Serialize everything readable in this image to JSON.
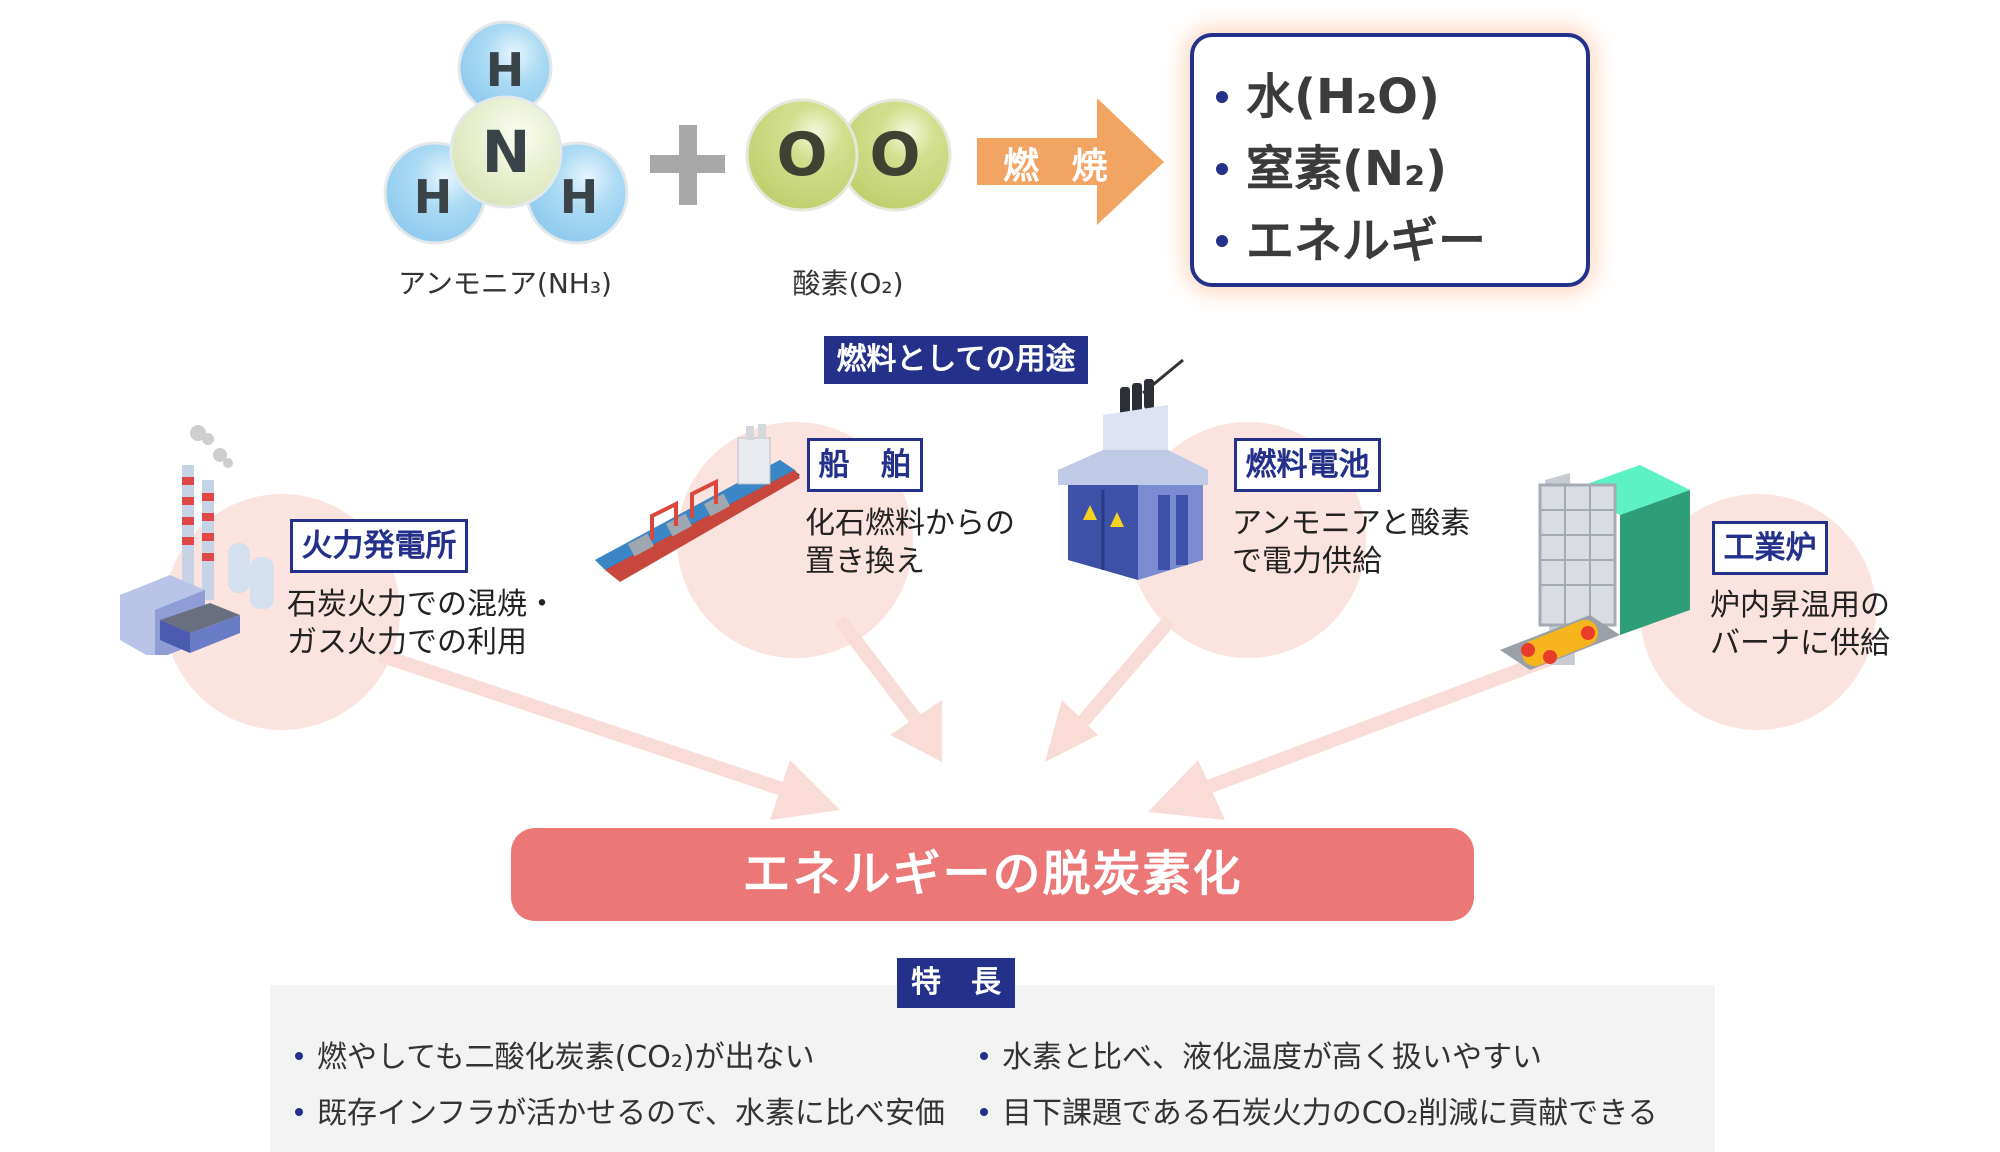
{
  "reaction": {
    "ammonia": {
      "atoms": [
        "H",
        "N",
        "H",
        "H"
      ],
      "caption": "アンモニア(NH₃)"
    },
    "plus_symbol": "+",
    "oxygen": {
      "atoms": [
        "O",
        "O"
      ],
      "caption": "酸素(O₂)"
    },
    "arrow_label": "燃 焼",
    "products": [
      "水(H₂O)",
      "窒素(N₂)",
      "エネルギー"
    ]
  },
  "uses": {
    "heading": "燃料としての用途",
    "items": [
      {
        "icon": "power-plant-icon",
        "title": "火力発電所",
        "lines": [
          "石炭火力での混焼・",
          "ガス火力での利用"
        ]
      },
      {
        "icon": "ship-icon",
        "title": "船　舶",
        "lines": [
          "化石燃料からの",
          "置き換え"
        ]
      },
      {
        "icon": "fuel-cell-icon",
        "title": "燃料電池",
        "lines": [
          "アンモニアと酸素",
          "で電力供給"
        ]
      },
      {
        "icon": "industrial-furnace-icon",
        "title": "工業炉",
        "lines": [
          "炉内昇温用の",
          "バーナに供給"
        ]
      }
    ]
  },
  "result_banner": "エネルギーの脱炭素化",
  "features": {
    "heading": "特　長",
    "items": [
      "燃やしても二酸化炭素(CO₂)が出ない",
      "水素と比べ、液化温度が高く扱いやすい",
      "既存インフラが活かせるので、水素に比べ安価",
      "目下課題である石炭火力のCO₂削減に貢献できる"
    ]
  },
  "colors": {
    "navy": "#23318b",
    "arrow_orange": "#f2a462",
    "banner_red": "#ec7777",
    "circle_pink": "#fbe3e0",
    "hydrogen_blue": "#a9d8f3",
    "nitrogen_pale": "#e7efcf",
    "oxygen_green": "#cfdc8a"
  }
}
